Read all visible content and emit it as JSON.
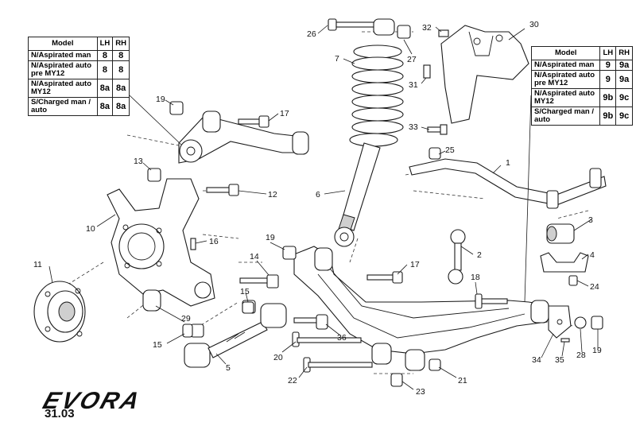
{
  "tables": [
    {
      "header": {
        "model": "Model",
        "lh": "LH",
        "rh": "RH"
      },
      "rows": [
        {
          "model": "N/Aspirated man",
          "lh": "8",
          "rh": "8"
        },
        {
          "model": "N/Aspirated auto pre MY12",
          "lh": "8",
          "rh": "8"
        },
        {
          "model": "N/Aspirated auto MY12",
          "lh": "8a",
          "rh": "8a"
        },
        {
          "model": "S/Charged man / auto",
          "lh": "8a",
          "rh": "8a"
        }
      ]
    },
    {
      "header": {
        "model": "Model",
        "lh": "LH",
        "rh": "RH"
      },
      "rows": [
        {
          "model": "N/Aspirated man",
          "lh": "9",
          "rh": "9a"
        },
        {
          "model": "N/Aspirated auto pre MY12",
          "lh": "9",
          "rh": "9a"
        },
        {
          "model": "N/Aspirated auto MY12",
          "lh": "9b",
          "rh": "9c"
        },
        {
          "model": "S/Charged man / auto",
          "lh": "9b",
          "rh": "9c"
        }
      ]
    }
  ],
  "callouts": [
    "1",
    "2",
    "3",
    "4",
    "5",
    "6",
    "7",
    "10",
    "11",
    "12",
    "13",
    "14",
    "15",
    "15",
    "16",
    "17",
    "17",
    "18",
    "19",
    "19",
    "19",
    "20",
    "21",
    "22",
    "23",
    "24",
    "25",
    "26",
    "27",
    "28",
    "29",
    "30",
    "31",
    "32",
    "33",
    "34",
    "35",
    "36"
  ],
  "logo_text": "EVORA",
  "page_number": "31.03"
}
